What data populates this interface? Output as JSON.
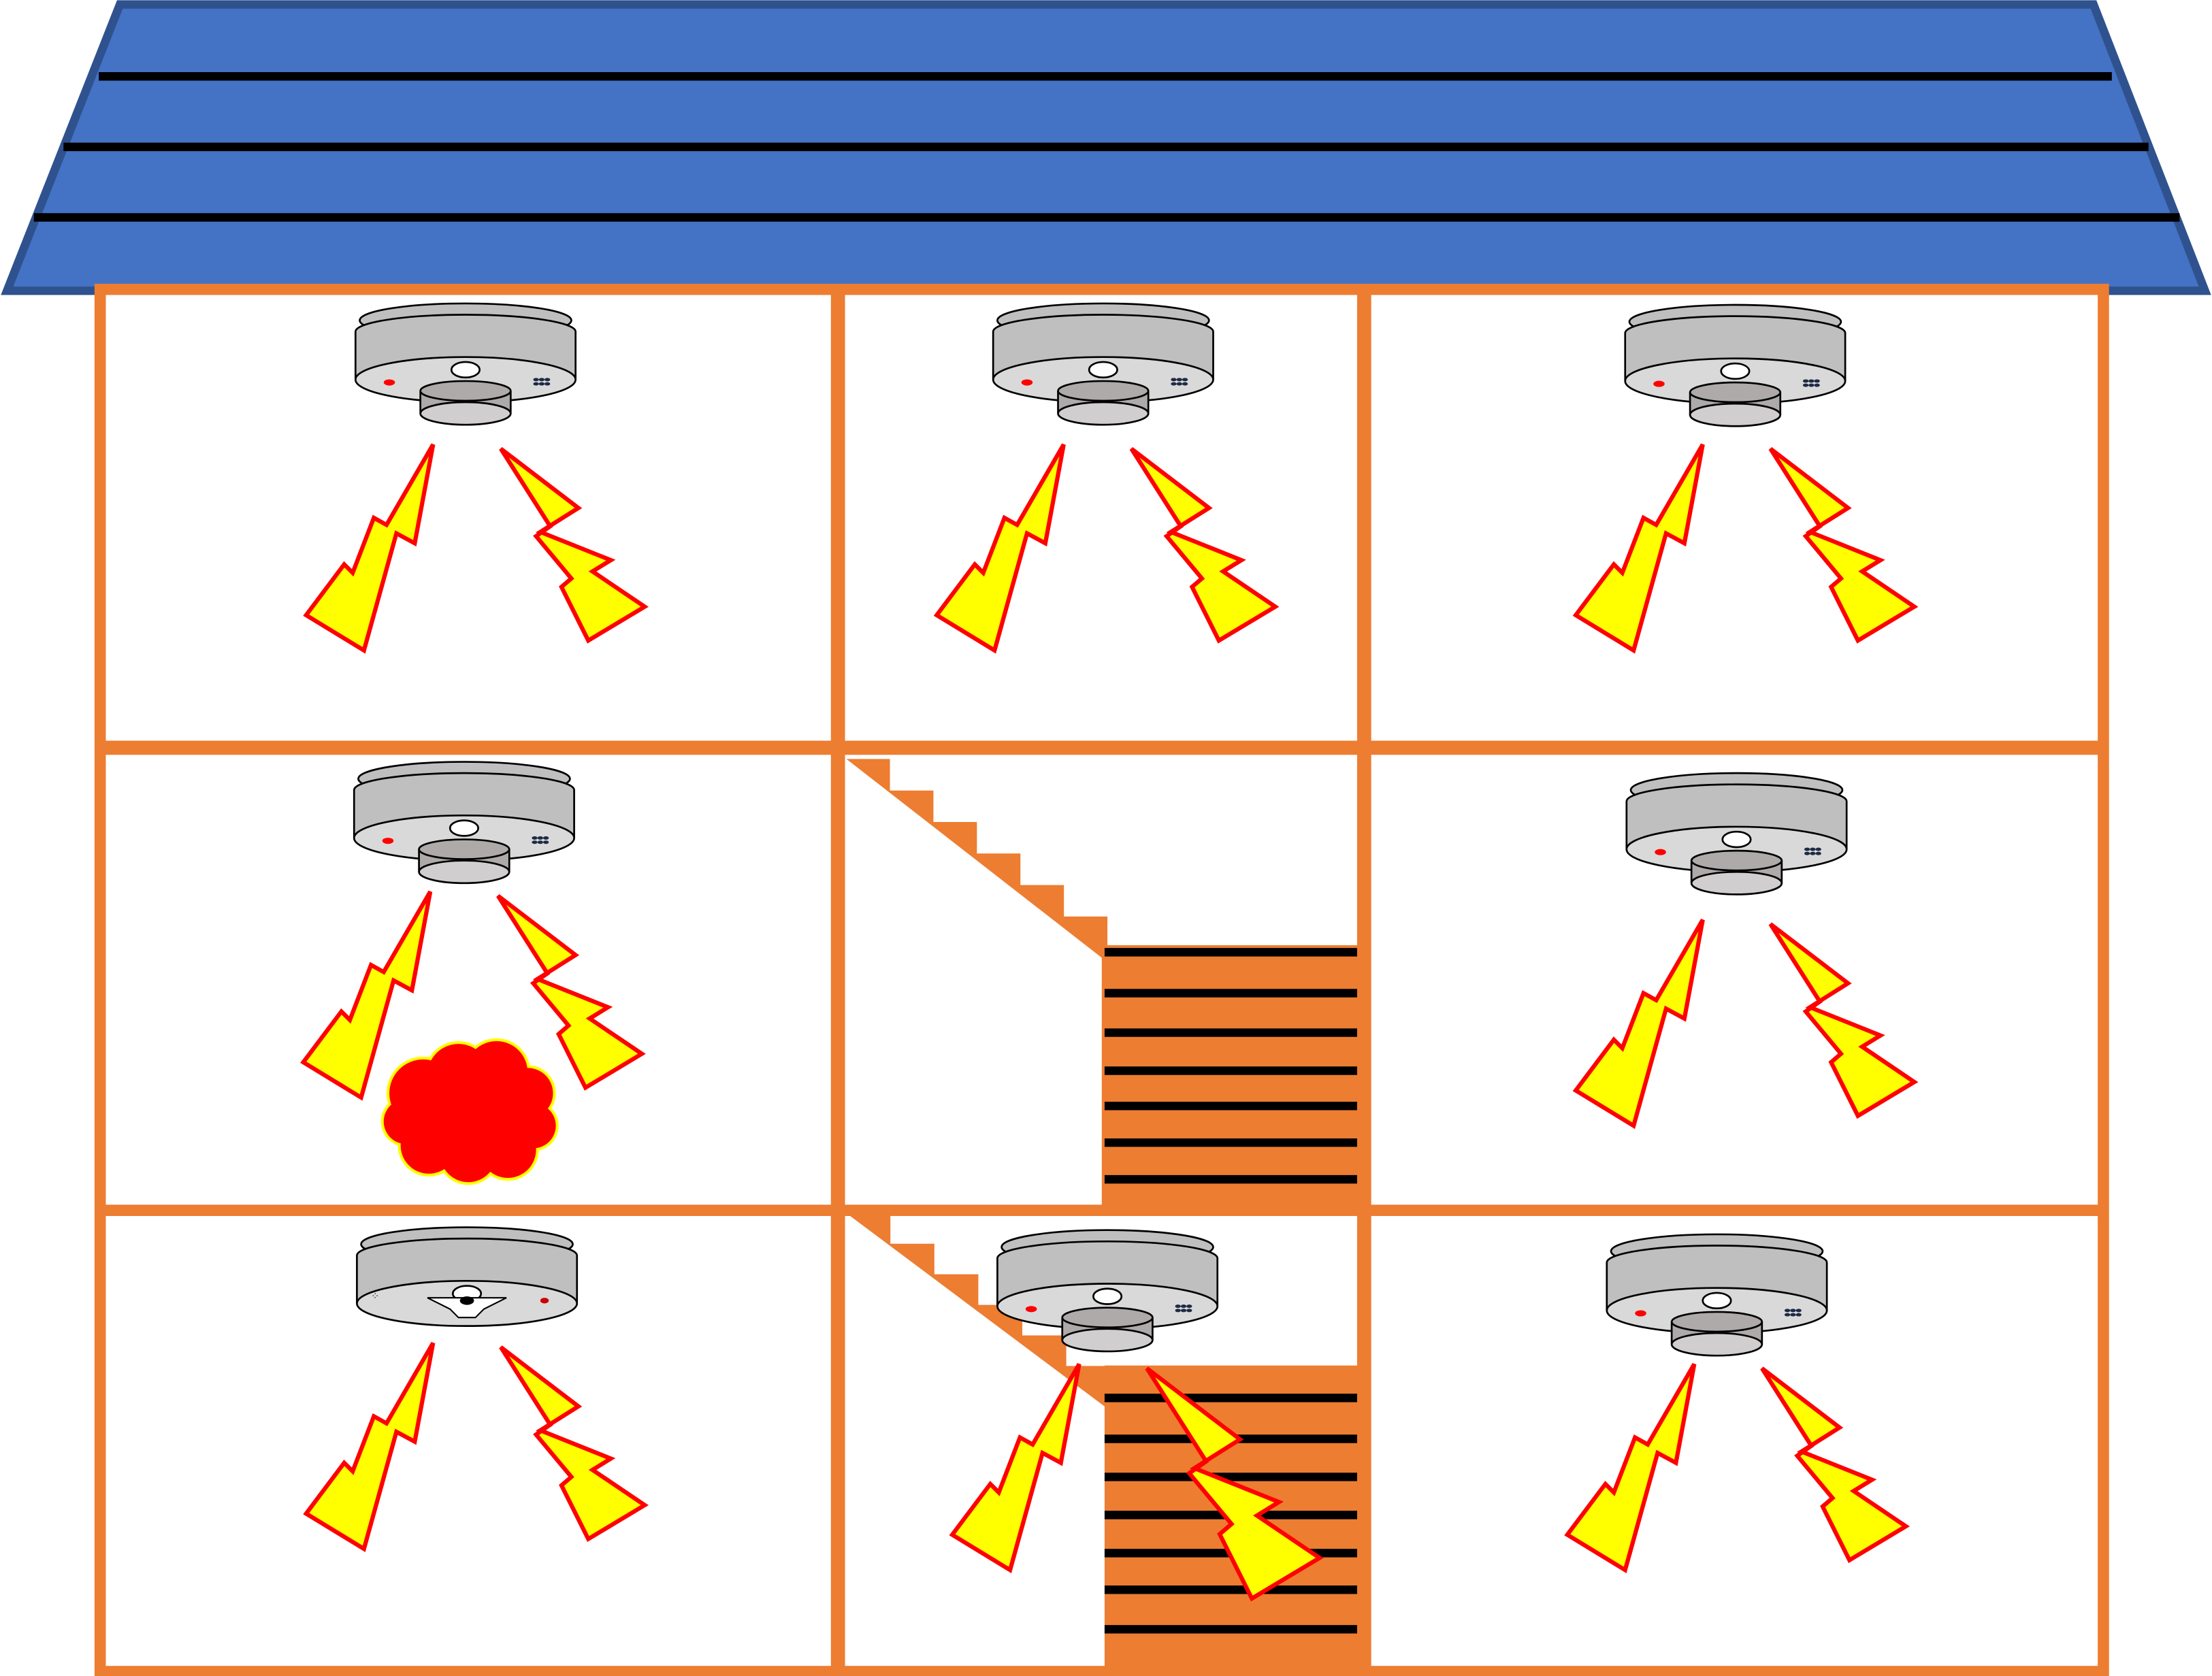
{
  "colors": {
    "roof": "#4472C4",
    "roof_stroke": "#2F528F",
    "walls": "#ED7D31",
    "detector_body": "#BFBFBF",
    "detector_face": "#D9D9D9",
    "signal_fill": "#FFFF00",
    "signal_stroke": "#FF0000",
    "fire": "#FF0000"
  },
  "icons": {
    "detector": "smoke-detector-icon",
    "signal": "wireless-signal-bolt-icon",
    "fire": "fire-cloud-icon",
    "stairs": "staircase-icon"
  },
  "rooms": [
    {
      "name": "room-top-left",
      "detector": true,
      "fire": false
    },
    {
      "name": "room-top-middle",
      "detector": true,
      "fire": false
    },
    {
      "name": "room-top-right",
      "detector": true,
      "fire": false
    },
    {
      "name": "room-middle-left",
      "detector": true,
      "fire": true
    },
    {
      "name": "room-middle-middle-stairs",
      "detector": false,
      "fire": false
    },
    {
      "name": "room-middle-right",
      "detector": true,
      "fire": false
    },
    {
      "name": "room-bottom-left",
      "detector": true,
      "fire": false,
      "detector_variant": "base"
    },
    {
      "name": "room-bottom-middle-stairs",
      "detector": true,
      "fire": false
    },
    {
      "name": "room-bottom-right",
      "detector": true,
      "fire": false
    }
  ]
}
